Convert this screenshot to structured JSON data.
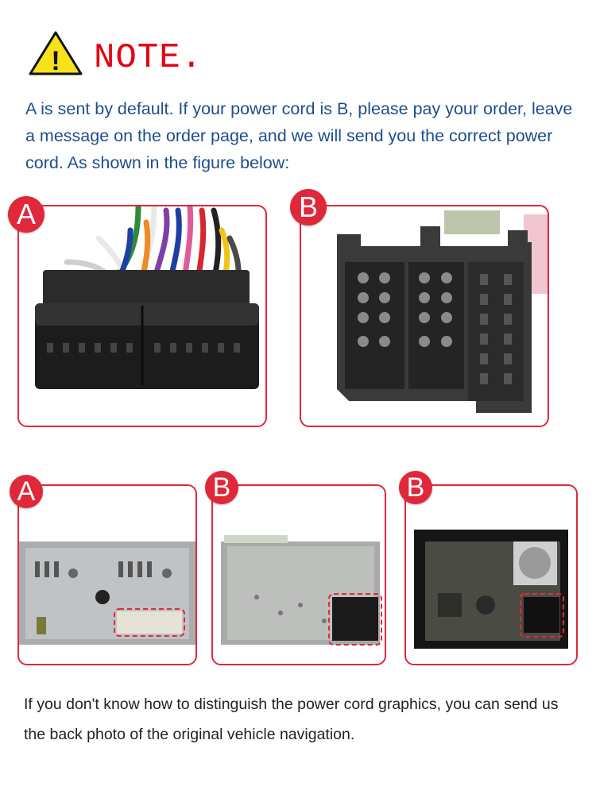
{
  "note": {
    "title": "NOTE.",
    "icon": "warning-triangle-icon",
    "icon_glyph": "!",
    "icon_color": "#f5e21b",
    "title_color": "#e60012"
  },
  "intro_text": "A is sent by default. If your power cord is B, please pay your order, leave a message on the order page, and we will send you the correct power cord. As shown in the figure below:",
  "connectors": [
    {
      "label": "A"
    },
    {
      "label": "B"
    }
  ],
  "units": [
    {
      "label": "A"
    },
    {
      "label": "B"
    },
    {
      "label": "B"
    }
  ],
  "footer_text": "If you don't know how to distinguish the power cord graphics, you can send us the back photo of the original vehicle navigation.",
  "colors": {
    "accent_red": "#e0283a",
    "intro_blue": "#1f4e8c"
  }
}
